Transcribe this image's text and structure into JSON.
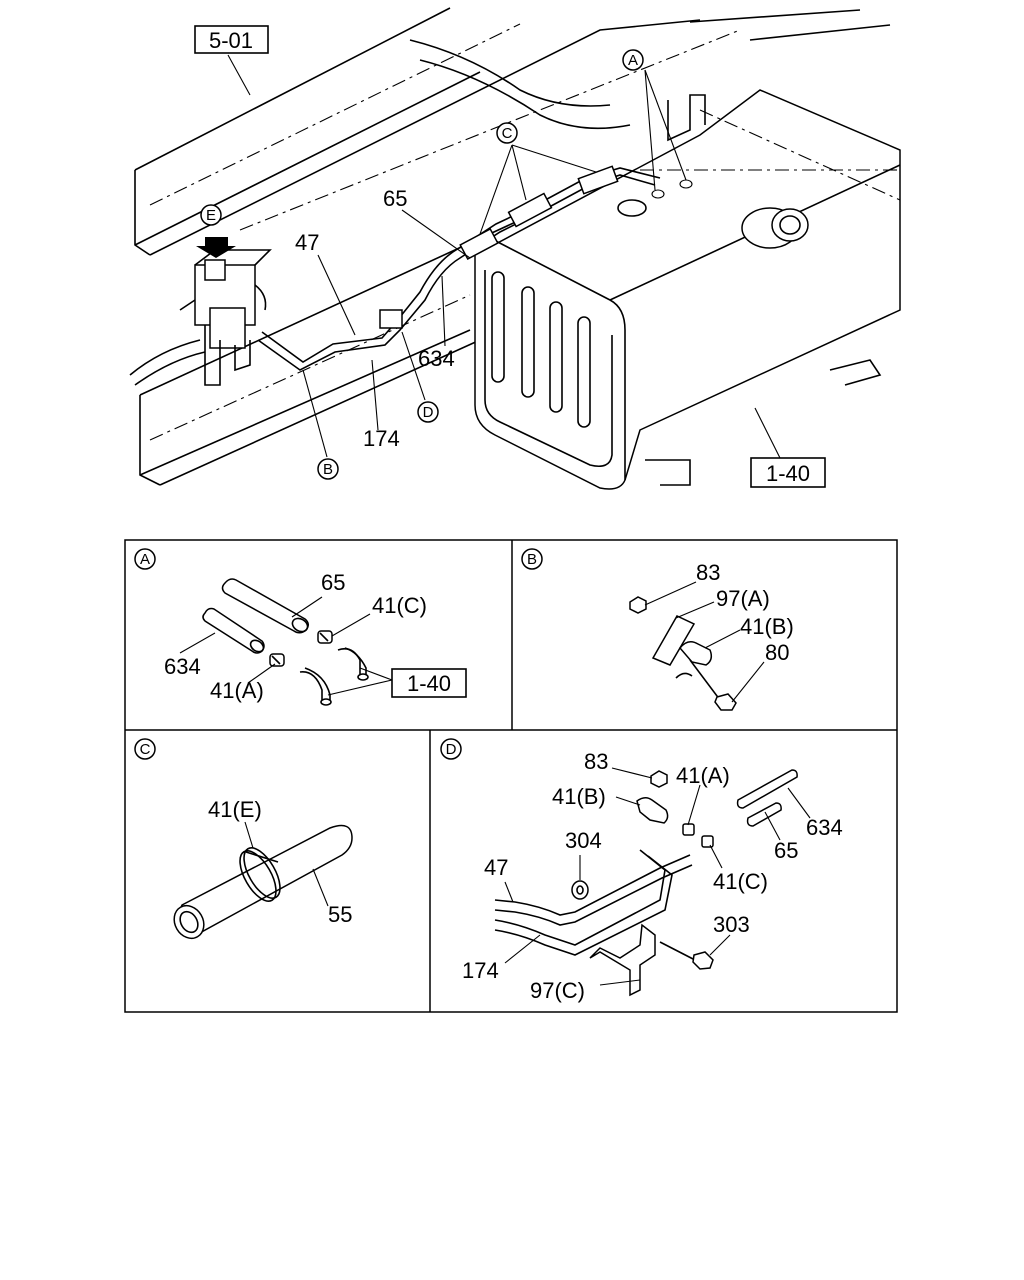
{
  "main_view": {
    "ref_5_01": "5-01",
    "ref_1_40": "1-40",
    "callouts": {
      "A": "A",
      "B": "B",
      "C": "C",
      "D": "D",
      "E": "E"
    },
    "labels": {
      "p65": "65",
      "p47": "47",
      "p634": "634",
      "p174": "174"
    }
  },
  "detail_a": {
    "badge": "A",
    "labels": {
      "p65": "65",
      "p41c": "41(C)",
      "p634": "634",
      "p41a": "41(A)",
      "ref": "1-40"
    }
  },
  "detail_b": {
    "badge": "B",
    "labels": {
      "p83": "83",
      "p97a": "97(A)",
      "p41b": "41(B)",
      "p80": "80"
    }
  },
  "detail_c": {
    "badge": "C",
    "labels": {
      "p41e": "41(E)",
      "p55": "55"
    }
  },
  "detail_d": {
    "badge": "D",
    "labels": {
      "p83": "83",
      "p41a": "41(A)",
      "p41b": "41(B)",
      "p634": "634",
      "p304": "304",
      "p65": "65",
      "p47": "47",
      "p41c": "41(C)",
      "p303": "303",
      "p174": "174",
      "p97c": "97(C)"
    }
  }
}
